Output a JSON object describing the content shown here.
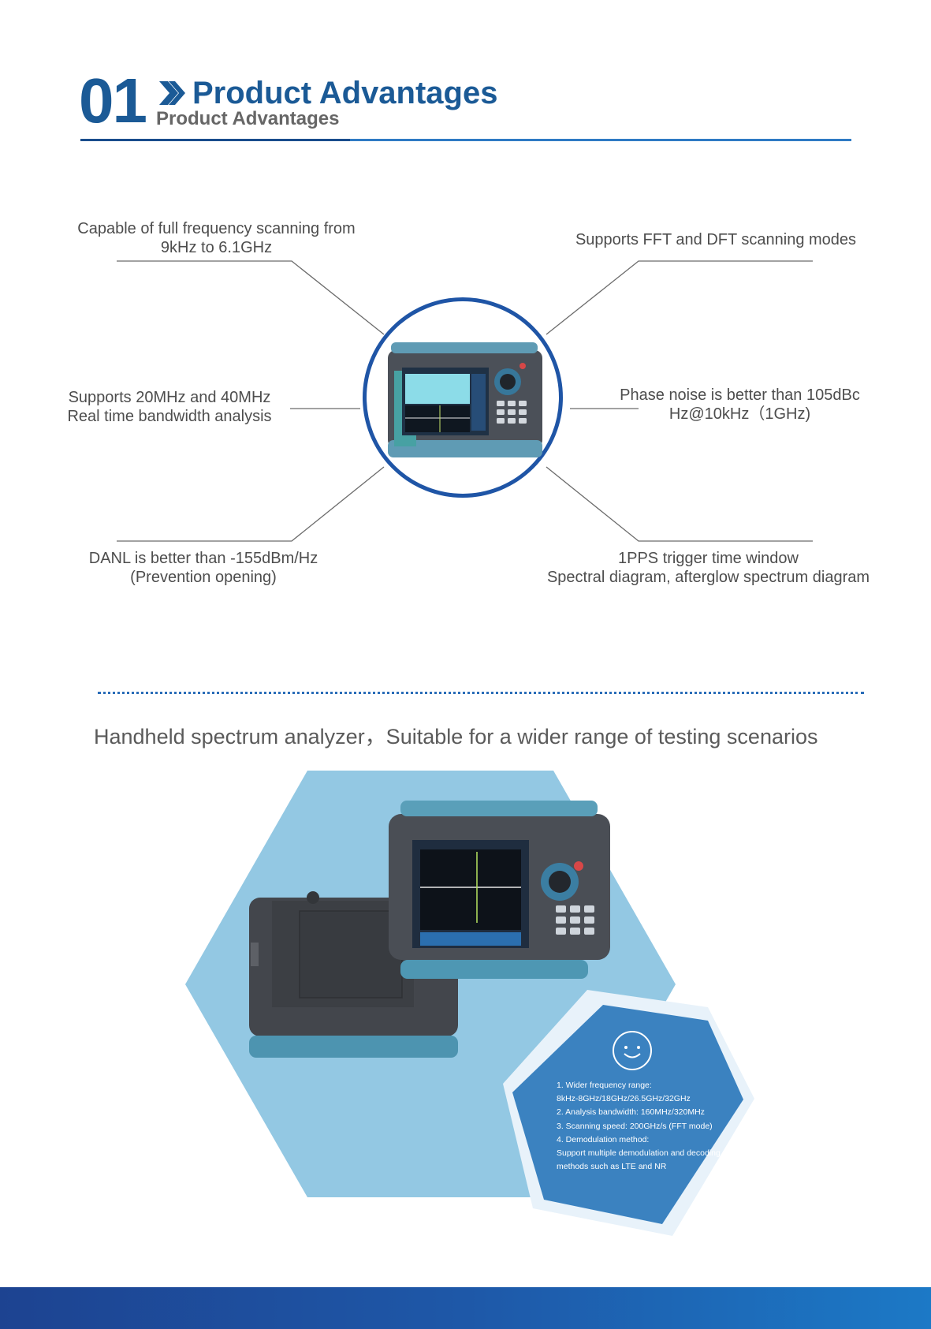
{
  "header": {
    "section_number": "01",
    "title": "Product Advantages",
    "subtitle": "Product Advantages"
  },
  "features": {
    "top_left": {
      "line1": "Capable of full frequency scanning from",
      "line2": "9kHz to 6.1GHz"
    },
    "top_right": {
      "line1": "Supports FFT and DFT scanning modes"
    },
    "mid_left": {
      "line1": "Supports 20MHz and 40MHz",
      "line2": "Real time bandwidth analysis"
    },
    "mid_right": {
      "line1": "Phase noise is better than 105dBc",
      "line2": "Hz@10kHz（1GHz)"
    },
    "bottom_left": {
      "line1": "DANL is better than -155dBm/Hz",
      "line2": "(Prevention opening)"
    },
    "bottom_right": {
      "line1": "1PPS trigger time window",
      "line2": "Spectral diagram, afterglow spectrum diagram"
    }
  },
  "section2": {
    "heading": "Handheld spectrum analyzer，Suitable for a wider range of testing scenarios"
  },
  "specs": [
    "1. Wider frequency range:",
    "8kHz-8GHz/18GHz/26.5GHz/32GHz",
    "2. Analysis bandwidth: 160MHz/320MHz",
    "3. Scanning speed: 200GHz/s (FFT mode)",
    "4. Demodulation method:",
    "Support multiple demodulation and decoding",
    "methods such as LTE and NR"
  ],
  "icons": {
    "header": "double-chevron-right-icon",
    "specs": "smiley-face-icon"
  },
  "colors": {
    "brand_blue": "#1b5a96",
    "accent_blue": "#2f7bc4",
    "circle_border": "#1f55a6",
    "hexagon_light": "#93c8e3",
    "hexagon_dark": "#3b82c0",
    "footer_left": "#1d4391",
    "footer_right": "#1c79c6"
  }
}
